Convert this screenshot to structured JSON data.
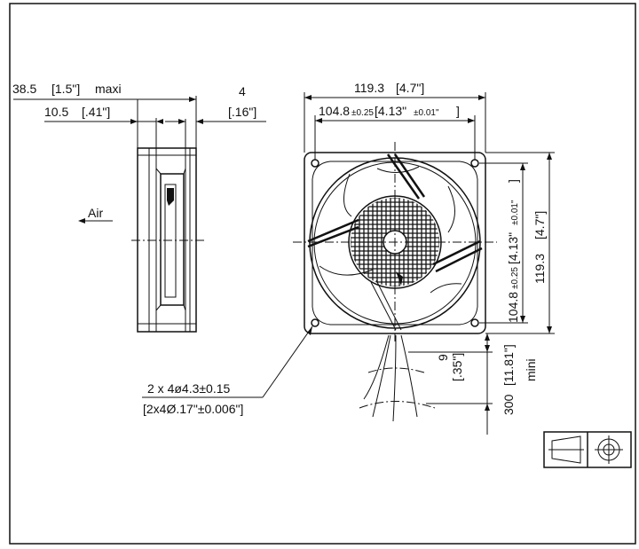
{
  "labels": {
    "depth_total": "38.5",
    "depth_total_in": "[1.5\"]",
    "depth_maxi": "maxi",
    "depth_body": "10.5",
    "depth_body_in": "[.41\"]",
    "flange": "4",
    "flange_in": "[.16\"]",
    "air": "Air",
    "width": "119.3",
    "width_in": "[4.7\"]",
    "hole_spacing": "104.8",
    "hole_spacing_tol": "±0.25",
    "hole_spacing_in": "[4.13\"",
    "hole_spacing_in_tol": "±0.01\"",
    "hole_spacing_in_close": "]",
    "height_in": "[4.7\"]",
    "height": "119.3",
    "vhole_spacing_in": "[4.13\"",
    "vhole_spacing_in_tol": "±0.01\"",
    "vhole_spacing_in_close": "]",
    "vhole_spacing": "104.8",
    "vhole_spacing_tol": "±0.25",
    "lead_offset_in": "[.35\"]",
    "lead_offset": "9",
    "lead_length_in": "[11.81\"]",
    "lead_length": "300",
    "lead_length_mini": "mini",
    "holes": "2 x 4ø4.3±0.15",
    "holes_in": "[2x4Ø.17\"±0.006\"]"
  }
}
